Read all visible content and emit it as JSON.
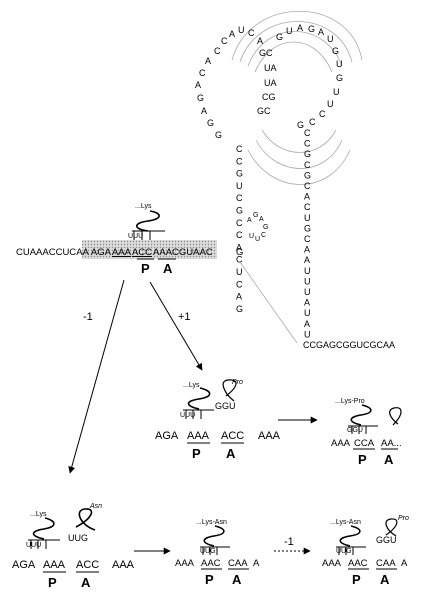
{
  "mrna": {
    "seq_plain_start": "CUAAACCUC",
    "seq_aa": "AA",
    "seq_aga": "AGA",
    "seq_p": "AAA",
    "seq_a": "ACC",
    "seq_aaac": "AAAC",
    "seq_end": "GUAAC",
    "seq_g": "G"
  },
  "trna_top": {
    "label": "...Lys",
    "anticodon": "UUU"
  },
  "sites": {
    "p": "P",
    "a": "A"
  },
  "frameshift": {
    "minus1": "-1",
    "plus1": "+1"
  },
  "stem_left": [
    "C",
    "C",
    "G",
    "U",
    "C",
    "G",
    "C",
    "C",
    "A",
    "C",
    "U",
    "C",
    "A",
    "G"
  ],
  "stem_right": [
    "C",
    "C",
    "G",
    "C",
    "G",
    "C",
    "A",
    "C",
    "U",
    "G",
    "C",
    "A",
    "A",
    "U",
    "U",
    "U",
    "A",
    "U",
    "A",
    "U"
  ],
  "stem_tail": "CCGAGCGGUCGCAA",
  "loop_left": [
    "C",
    "A",
    "C",
    "A",
    "G",
    "A",
    "G",
    "G",
    "C",
    "A",
    "U",
    "C",
    "A"
  ],
  "loop_right": [
    "G",
    "U",
    "A",
    "G",
    "A",
    "U",
    "G",
    "U",
    "G",
    "U",
    "U",
    "C",
    "C",
    "G"
  ],
  "bulge": [
    "A",
    "G",
    "A",
    "G",
    "C",
    "U",
    "U"
  ],
  "stack_a": "GC",
  "stack_b": "UA",
  "stack_c": "CG",
  "panel_plus1": {
    "trna1_label": "...Lys",
    "trna1_anticodon": "UUU",
    "trna2_label": "Pro",
    "trna2_anticodon": "GGU",
    "codons": [
      "AGA",
      "AAA",
      "ACC",
      "AAA"
    ],
    "p": "P",
    "a": "A"
  },
  "panel_plus1_result": {
    "trna_label": "...Lys-Pro",
    "trna_anticodon": "GGU",
    "codons": [
      "AAA",
      "CCA",
      "AA..."
    ],
    "p": "P",
    "a": "A"
  },
  "panel_minus1": {
    "trna1_label": "...Lys",
    "trna1_anticodon": "UUU",
    "trna2_label": "Asn",
    "trna2_anticodon": "UUG",
    "codons": [
      "AGA",
      "AAA",
      "ACC",
      "AAA"
    ],
    "p": "P",
    "a": "A"
  },
  "panel_minus1_b": {
    "trna_label": "...Lys-Asn",
    "trna_anticodon": "UUG",
    "codons": [
      "AAA",
      "AAC",
      "CAA",
      "A"
    ],
    "p": "P",
    "a": "A"
  },
  "panel_minus1_c": {
    "trna1_label": "...Lys-Asn",
    "trna1_anticodon": "UUG",
    "trna2_label": "Pro",
    "trna2_anticodon": "GGU",
    "codons": [
      "AAA",
      "AAC",
      "CAA",
      "A"
    ],
    "p": "P",
    "a": "A",
    "shift": "-1"
  },
  "colors": {
    "ink": "#000000",
    "shade": "#c8c8c8",
    "guide": "#aaaaaa"
  }
}
